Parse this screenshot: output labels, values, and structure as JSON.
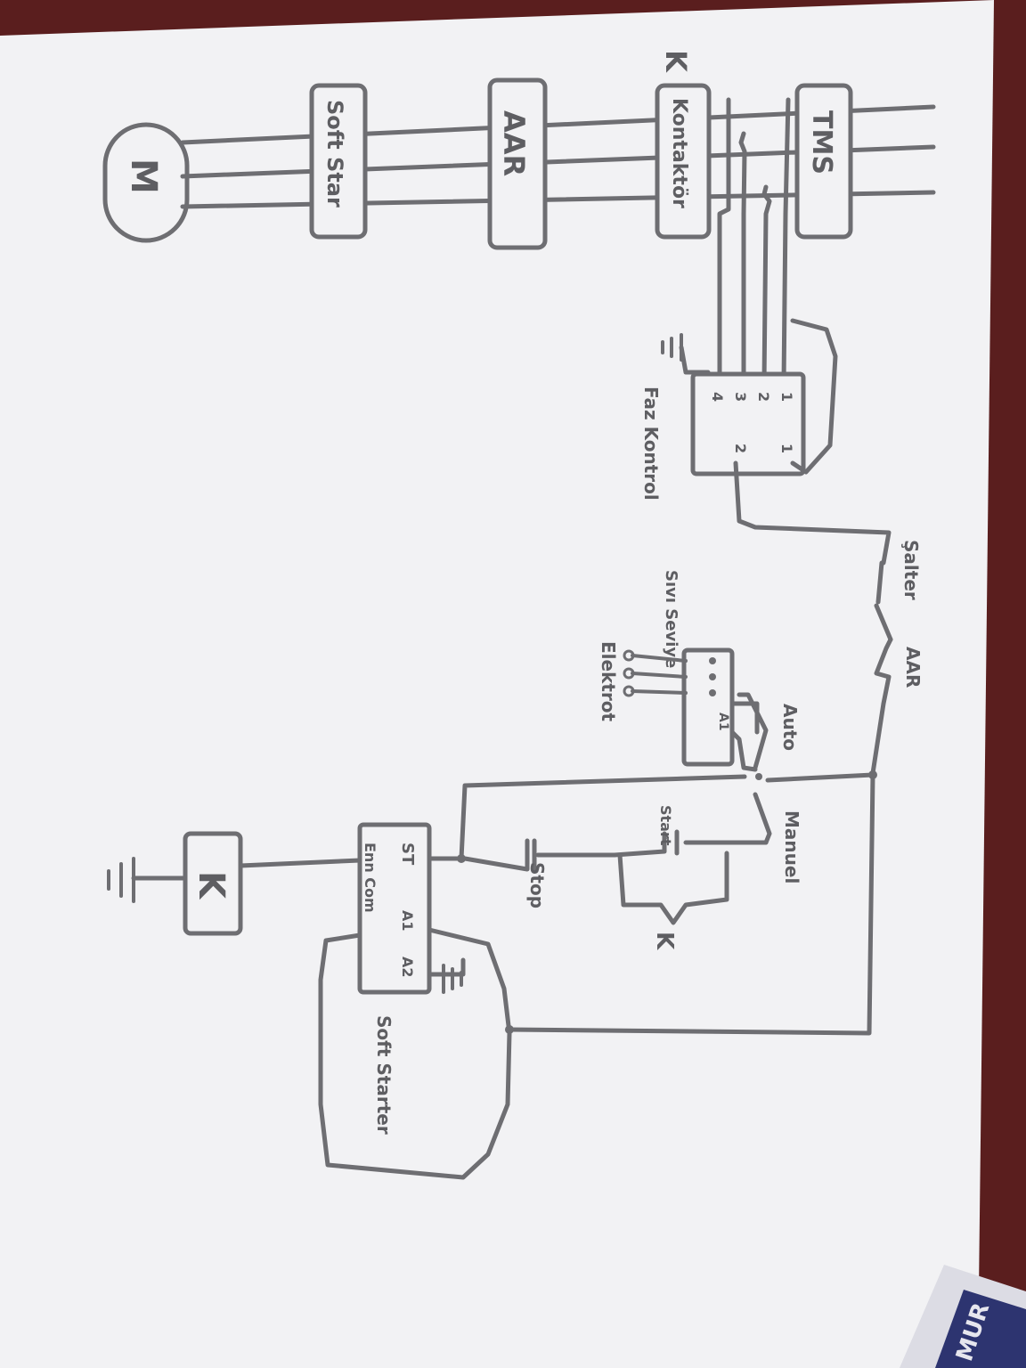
{
  "labels": {
    "tms": "TMS",
    "kontaktor": "Kontaktör",
    "k_top": "K",
    "aar_block": "AAR",
    "soft_star": "Soft Star",
    "motor": "M",
    "faz_kontrol": "Faz Kontrol",
    "faz_pin_1": "1",
    "faz_pin_2": "2",
    "faz_pin_3": "3",
    "faz_pin_4": "4",
    "faz_out_1": "1",
    "faz_out_2": "2",
    "salter": "Şalter",
    "aar_contact": "AAR",
    "auto": "Auto",
    "manuel": "Manuel",
    "sivi_seviye": "Sıvı Seviye",
    "elektrot": "Elektrot",
    "start": "Start",
    "stop": "Stop",
    "k_contact": "K",
    "st": "ST",
    "a1": "A1",
    "a2": "A2",
    "enn_com": "Enn Com",
    "soft_starter": "Soft Starter",
    "k_coil": "K",
    "corner": "MUR"
  },
  "colors": {
    "background": "#5a1e1e",
    "paper": "#f2f2f4",
    "ink": "#6e6e72"
  }
}
